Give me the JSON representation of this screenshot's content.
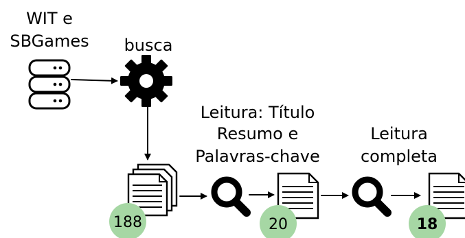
{
  "source": {
    "line1": "WIT e",
    "line2": "SBGames",
    "icon": "database-icon"
  },
  "search_step": {
    "label": "busca",
    "icon": "gear-icon"
  },
  "screening_step": {
    "line1": "Leitura: Título",
    "line2": "Resumo e",
    "line3": "Palavras-chave",
    "icon": "magnifier-icon"
  },
  "fulltext_step": {
    "line1": "Leitura",
    "line2": "completa",
    "icon": "magnifier-icon"
  },
  "counts": {
    "initial": "188",
    "after_screening": "20",
    "final": "18"
  },
  "colors": {
    "count_badge": "#a6d7a4",
    "icon": "#000000",
    "arrow": "#000000"
  }
}
